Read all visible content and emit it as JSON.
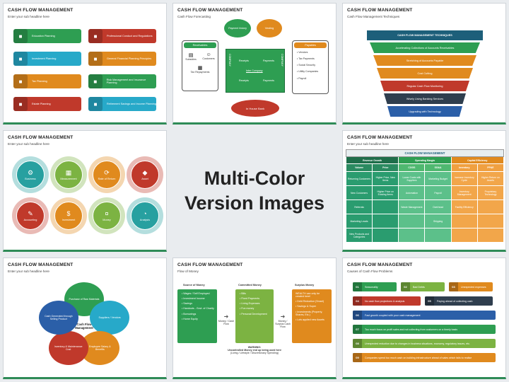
{
  "center": {
    "line1": "Multi-Color",
    "line2": "Version Images"
  },
  "slides": {
    "s1": {
      "title": "CASH FLOW MANAGEMENT",
      "sub": "Enter your sub headline here",
      "items": [
        {
          "label": "Education Planning",
          "color": "#2e9e52"
        },
        {
          "label": "Professional Conduct and Regulations",
          "color": "#c0392b"
        },
        {
          "label": "Investment Planning",
          "color": "#27a9c9"
        },
        {
          "label": "General Financial Planning Principles",
          "color": "#e08a1e"
        },
        {
          "label": "Tax Planning",
          "color": "#e08a1e"
        },
        {
          "label": "Risk Management and Insurance Planning",
          "color": "#2e9e52"
        },
        {
          "label": "Estate Planning",
          "color": "#c0392b"
        },
        {
          "label": "Retirement Savings and Income Planning",
          "color": "#27a9c9"
        }
      ]
    },
    "s2": {
      "title": "CASH FLOW MANAGEMENT",
      "sub": "Cash Flow Forecasting",
      "payment_history": "Payment history",
      "vesting": "Vesting",
      "receivables": "Receivables",
      "payables": "Payables",
      "subsidies": "Subsidies",
      "customers": "Customers",
      "tax_repayments": "Tax Repayments",
      "company": "COMPANY",
      "inter_company": "Inter Company",
      "receipts": "Receipts",
      "payments": "Payments",
      "payables_list": [
        "Vendors",
        "Tax Payments",
        "Social Security",
        "Utility Companies",
        "Payroll"
      ],
      "in_house_bank": "In House Bank"
    },
    "s3": {
      "title": "CASH FLOW MANAGEMENT",
      "sub": "Cash Flow Management Techniques",
      "header": "CASH FLOW MANAGEMENT TECHNIQUES",
      "rows": [
        {
          "label": "Accelerating Collections of Accounts Receivables",
          "color": "#2e9e52"
        },
        {
          "label": "Stretching of Accounts Payable",
          "color": "#e08a1e"
        },
        {
          "label": "Cost Cutting",
          "color": "#e08a1e"
        },
        {
          "label": "Regular Cash Flow Monitoring",
          "color": "#c0392b"
        },
        {
          "label": "Wisely Using Banking Services",
          "color": "#2f3e4e"
        },
        {
          "label": "Upgrading with Technology",
          "color": "#2b5fa8"
        }
      ]
    },
    "s4": {
      "title": "CASH FLOW MANAGEMENT",
      "sub": "Enter your sub headline here",
      "circles": [
        {
          "label": "Business",
          "color": "#27a0a0",
          "sym": "⚙"
        },
        {
          "label": "Measurement",
          "color": "#7cb342",
          "sym": "▦"
        },
        {
          "label": "Rate of Return",
          "color": "#e08a1e",
          "sym": "⟳"
        },
        {
          "label": "Asset",
          "color": "#c0392b",
          "sym": "◆"
        },
        {
          "label": "Accounting",
          "color": "#c0392b",
          "sym": "✎"
        },
        {
          "label": "Investment",
          "color": "#e08a1e",
          "sym": "$"
        },
        {
          "label": "Money",
          "color": "#7cb342",
          "sym": "¤"
        },
        {
          "label": "Analysis",
          "color": "#27a0a0",
          "sym": "◔"
        }
      ]
    },
    "s5": {
      "title": "CASH FLOW MANAGEMENT",
      "sub": "Enter your sub headline here",
      "table_title": "CASH FLOW MANAGEMENT",
      "groups": [
        "Revenue Growth",
        "Operating Margin",
        "Capital Efficiency"
      ],
      "cols": [
        "Volume",
        "Price",
        "COGS",
        "SG&A",
        "Inventory",
        "PP&E"
      ],
      "rows": [
        [
          "Returning Customers",
          "Higher Price, New Items",
          "Lower Costs with Suppliers",
          "Marketing Budget",
          "Increase Inventory Cycle",
          "Higher Return on Assets"
        ],
        [
          "New Customers",
          "Higher Price on Existing Items",
          "Automation",
          "Payroll",
          "Inventory Management",
          "Proprietary Technology"
        ],
        [
          "Referrals",
          "",
          "Waste Management",
          "Overhead",
          "Facility Efficiency",
          ""
        ],
        [
          "Marketing Leads",
          "",
          "",
          "Shipping",
          "",
          ""
        ],
        [
          "New Products and Categories",
          "",
          "",
          "",
          "",
          ""
        ]
      ]
    },
    "s6": {
      "title": "CASH FLOW MANAGEMENT",
      "sub": "Enter your sub headline here",
      "center": "Cash Flow Management",
      "petals": [
        {
          "label": "Purchase of Raw Materials",
          "color": "#2e9e52"
        },
        {
          "label": "Suppliers / Vendors",
          "color": "#27a9c9"
        },
        {
          "label": "Employee Salary & Benefits",
          "color": "#e08a1e"
        },
        {
          "label": "Inventory & Maintenance Cost",
          "color": "#c0392b"
        },
        {
          "label": "Cash Generated through Selling Product",
          "color": "#2b5fa8"
        }
      ]
    },
    "s7": {
      "title": "CASH FLOW MANAGEMENT",
      "sub": "Flow of Money",
      "source": "Source of Money",
      "committed": "Committed Money",
      "surplus": "Surplus Money",
      "source_items": [
        "Wages / Self Employed",
        "Investment Income",
        "Savings",
        "Handouts - Govt. of Charity",
        "Borrowings",
        "Home Equity"
      ],
      "committed_items": [
        "Bills",
        "Fixed Payments",
        "Living Expenses",
        "Fun money",
        "Personal Development"
      ],
      "surplus_intro": "WEALTH can only be created here!",
      "surplus_items": [
        "Debt Reduction (Smart)",
        "Savings & Super",
        "Investments (Property, Shares, Etc.)",
        "Lots applied new Assets"
      ],
      "arrow1": "Money / Cash Flow",
      "arrow2": "Money / Surplus Cash Flow",
      "warning": "WARNING:",
      "warning_text": "Uncontrolled Money end up being used here",
      "warning_sub": "(Living / Lifestyle / Discretionary Spending)"
    },
    "s8": {
      "title": "CASH FLOW MANAGEMENT",
      "sub": "Causes of Cash Flow Problems",
      "top": [
        {
          "n": "01",
          "t": "Seasonality",
          "color": "#2e9e52"
        },
        {
          "n": "02",
          "t": "Bad Debts",
          "color": "#7cb342"
        },
        {
          "n": "03",
          "t": "Unexpected expenses",
          "color": "#e08a1e"
        }
      ],
      "mid": [
        {
          "n": "04",
          "t": "No cash flow projections & analysis",
          "color": "#c0392b"
        },
        {
          "n": "05",
          "t": "Paying ahead of collecting cash",
          "color": "#2f3e4e"
        }
      ],
      "rows": [
        {
          "n": "06",
          "t": "Fast growth coupled with poor cash management",
          "color": "#2b5fa8"
        },
        {
          "n": "07",
          "t": "Too much focus on profit sales and not collecting from customers on a timely basis",
          "color": "#2e9e52"
        },
        {
          "n": "08",
          "t": "Unexpected reduction due to changes in business situations, economy, regulatory issues, etc.",
          "color": "#7cb342"
        },
        {
          "n": "09",
          "t": "Companies spend too much cash on building infrastructure ahead of sales which fails to realise",
          "color": "#e08a1e"
        }
      ]
    }
  }
}
